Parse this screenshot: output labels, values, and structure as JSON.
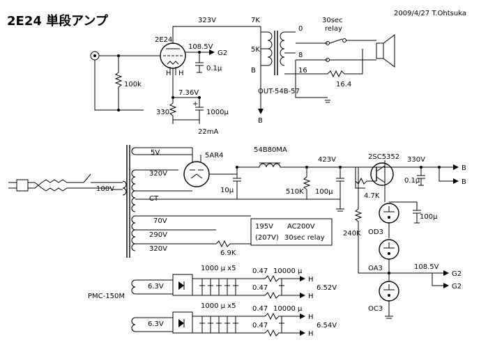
{
  "header": {
    "title": "2E24 単段アンプ",
    "date_author": "2009/4/27  T.Ohtsuka"
  },
  "labels": {
    "tube_2e24": "2E24",
    "b_plus_323": "323V",
    "v_108_5_top": "108.5V",
    "g2_top": "G2",
    "h_left": "H",
    "h_right": "H",
    "cap_0_1u_top": "0.1μ",
    "r_100k": "100k",
    "v_7_36": "7.36V",
    "r_330": "330",
    "cap_1000u": "1000μ",
    "i_22ma": "22mA",
    "tap_7k": "7K",
    "tap_5k": "5K",
    "tap_b_top": "B",
    "out_tf": "OUT-54B-57",
    "b_arrow_down": "B",
    "relay_top_1": "30sec",
    "relay_top_2": "relay",
    "sp_0": "0",
    "sp_8": "8",
    "sp_16": "16",
    "r_16_4": "16.4",
    "v_5": "5V",
    "v_320_a": "320V",
    "ct": "CT",
    "v_70": "70V",
    "v_290": "290V",
    "v_320_b": "320V",
    "v_100_ac": "100V",
    "rect_5ar4": "5AR4",
    "choke_54b80ma": "54B80MA",
    "v_423": "423V",
    "cap_10u": "10μ",
    "r_510k": "510K",
    "cap_100u_a": "100μ",
    "q_2sc5352": "2SC5352",
    "v_330": "330V",
    "b_out_1": "B",
    "b_out_2": "B",
    "cap_0_1u_b": "0.1μ",
    "r_4_7k": "4.7K",
    "cap_100u_b": "100μ",
    "r_240k": "240K",
    "od3": "OD3",
    "oa3": "OA3",
    "oc3": "OC3",
    "v_108_5_b": "108.5V",
    "g2_out_1": "G2",
    "g2_out_2": "G2",
    "relay_box_195": "195V",
    "relay_box_207": "(207V)",
    "relay_box_ac200": "AC200V",
    "relay_box_30sec": "30sec  relay",
    "r_6_9k": "6.9K",
    "pmc": "PMC-150M",
    "v_6_3_a": "6.3V",
    "caps_a": "1000 μ x5",
    "r_047_a1": "0.47",
    "r_047_a2": "0.47",
    "cap_10000_a": "10000 μ",
    "h_a1": "H",
    "h_a2": "H",
    "v_6_52": "6.52V",
    "v_6_3_b": "6.3V",
    "caps_b": "1000 μ x5",
    "r_047_b1": "0.47",
    "r_047_b2": "0.47",
    "cap_10000_b": "10000 μ",
    "h_b1": "H",
    "h_b2": "H",
    "v_6_54": "6.54V"
  }
}
